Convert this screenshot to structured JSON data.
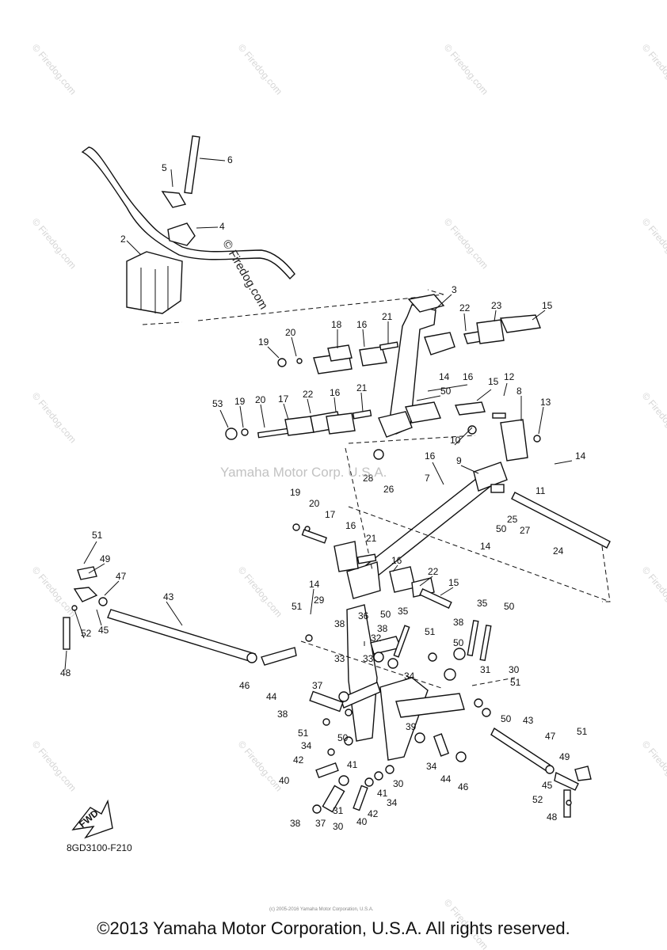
{
  "diagram": {
    "footer": "©2013 Yamaha Motor Corporation, U.S.A. All rights reserved.",
    "small_copyright": "(c) 2005-2016 Yamaha Motor Corporation, U.S.A.",
    "part_code": "8GD3100-F210",
    "center_watermark": "Yamaha Motor Corp. U.S.A.",
    "side_watermark": "© Firedog.com",
    "tile_watermark": "© Firedog.com",
    "fwd_label": "FWD"
  },
  "callouts": [
    {
      "id": "c6",
      "text": "6"
    },
    {
      "id": "c5",
      "text": "5"
    },
    {
      "id": "c4",
      "text": "4"
    },
    {
      "id": "c2",
      "text": "2"
    },
    {
      "id": "c3",
      "text": "3"
    },
    {
      "id": "c22a",
      "text": "22"
    },
    {
      "id": "c23",
      "text": "23"
    },
    {
      "id": "c15a",
      "text": "15"
    },
    {
      "id": "c18",
      "text": "18"
    },
    {
      "id": "c16a",
      "text": "16"
    },
    {
      "id": "c21a",
      "text": "21"
    },
    {
      "id": "c20a",
      "text": "20"
    },
    {
      "id": "c19a",
      "text": "19"
    },
    {
      "id": "c16b",
      "text": "16"
    },
    {
      "id": "c14a",
      "text": "14"
    },
    {
      "id": "c50a",
      "text": "50"
    },
    {
      "id": "c15b",
      "text": "15"
    },
    {
      "id": "c12",
      "text": "12"
    },
    {
      "id": "c8",
      "text": "8"
    },
    {
      "id": "c13",
      "text": "13"
    },
    {
      "id": "c21b",
      "text": "21"
    },
    {
      "id": "c53",
      "text": "53"
    },
    {
      "id": "c19b",
      "text": "19"
    },
    {
      "id": "c20b",
      "text": "20"
    },
    {
      "id": "c17a",
      "text": "17"
    },
    {
      "id": "c22b",
      "text": "22"
    },
    {
      "id": "c16c",
      "text": "16"
    },
    {
      "id": "c10",
      "text": "10"
    },
    {
      "id": "c14b",
      "text": "14"
    },
    {
      "id": "c16d",
      "text": "16"
    },
    {
      "id": "c9",
      "text": "9"
    },
    {
      "id": "c28",
      "text": "28"
    },
    {
      "id": "c26",
      "text": "26"
    },
    {
      "id": "c7",
      "text": "7"
    },
    {
      "id": "c11",
      "text": "11"
    },
    {
      "id": "c19c",
      "text": "19"
    },
    {
      "id": "c20c",
      "text": "20"
    },
    {
      "id": "c17b",
      "text": "17"
    },
    {
      "id": "c16e",
      "text": "16"
    },
    {
      "id": "c21c",
      "text": "21"
    },
    {
      "id": "c25",
      "text": "25"
    },
    {
      "id": "c27",
      "text": "27"
    },
    {
      "id": "c50b",
      "text": "50"
    },
    {
      "id": "c14c",
      "text": "14"
    },
    {
      "id": "c24",
      "text": "24"
    },
    {
      "id": "c51a",
      "text": "51"
    },
    {
      "id": "c49a",
      "text": "49"
    },
    {
      "id": "c47a",
      "text": "47"
    },
    {
      "id": "c43a",
      "text": "43"
    },
    {
      "id": "c45a",
      "text": "45"
    },
    {
      "id": "c52a",
      "text": "52"
    },
    {
      "id": "c48a",
      "text": "48"
    },
    {
      "id": "c14d",
      "text": "14"
    },
    {
      "id": "c16f",
      "text": "16"
    },
    {
      "id": "c22c",
      "text": "22"
    },
    {
      "id": "c15c",
      "text": "15"
    },
    {
      "id": "c29",
      "text": "29"
    },
    {
      "id": "c36",
      "text": "36"
    },
    {
      "id": "c50c",
      "text": "50"
    },
    {
      "id": "c35a",
      "text": "35"
    },
    {
      "id": "c38a",
      "text": "38"
    },
    {
      "id": "c35b",
      "text": "35"
    },
    {
      "id": "c50d",
      "text": "50"
    },
    {
      "id": "c51b",
      "text": "51"
    },
    {
      "id": "c38b",
      "text": "38"
    },
    {
      "id": "c50e",
      "text": "50"
    },
    {
      "id": "c51c",
      "text": "51"
    },
    {
      "id": "c38c",
      "text": "38"
    },
    {
      "id": "c32",
      "text": "32"
    },
    {
      "id": "c33a",
      "text": "33"
    },
    {
      "id": "c33b",
      "text": "33"
    },
    {
      "id": "c34a",
      "text": "34"
    },
    {
      "id": "c30a",
      "text": "30"
    },
    {
      "id": "c31a",
      "text": "31"
    },
    {
      "id": "c51d",
      "text": "51"
    },
    {
      "id": "c46a",
      "text": "46"
    },
    {
      "id": "c44a",
      "text": "44"
    },
    {
      "id": "c37a",
      "text": "37"
    },
    {
      "id": "c38d",
      "text": "38"
    },
    {
      "id": "c51e",
      "text": "51"
    },
    {
      "id": "c50f",
      "text": "50"
    },
    {
      "id": "c34b",
      "text": "34"
    },
    {
      "id": "c42a",
      "text": "42"
    },
    {
      "id": "c41a",
      "text": "41"
    },
    {
      "id": "c39",
      "text": "39"
    },
    {
      "id": "c50g",
      "text": "50"
    },
    {
      "id": "c43b",
      "text": "43"
    },
    {
      "id": "c51f",
      "text": "51"
    },
    {
      "id": "c47b",
      "text": "47"
    },
    {
      "id": "c49b",
      "text": "49"
    },
    {
      "id": "c34c",
      "text": "34"
    },
    {
      "id": "c44b",
      "text": "44"
    },
    {
      "id": "c46b",
      "text": "46"
    },
    {
      "id": "c40a",
      "text": "40"
    },
    {
      "id": "c30b",
      "text": "30"
    },
    {
      "id": "c45b",
      "text": "45"
    },
    {
      "id": "c52b",
      "text": "52"
    },
    {
      "id": "c41b",
      "text": "41"
    },
    {
      "id": "c34d",
      "text": "34"
    },
    {
      "id": "c42b",
      "text": "42"
    },
    {
      "id": "c48b",
      "text": "48"
    },
    {
      "id": "c38e",
      "text": "38"
    },
    {
      "id": "c37b",
      "text": "37"
    },
    {
      "id": "c31b",
      "text": "31"
    },
    {
      "id": "c30c",
      "text": "30"
    },
    {
      "id": "c40b",
      "text": "40"
    }
  ]
}
